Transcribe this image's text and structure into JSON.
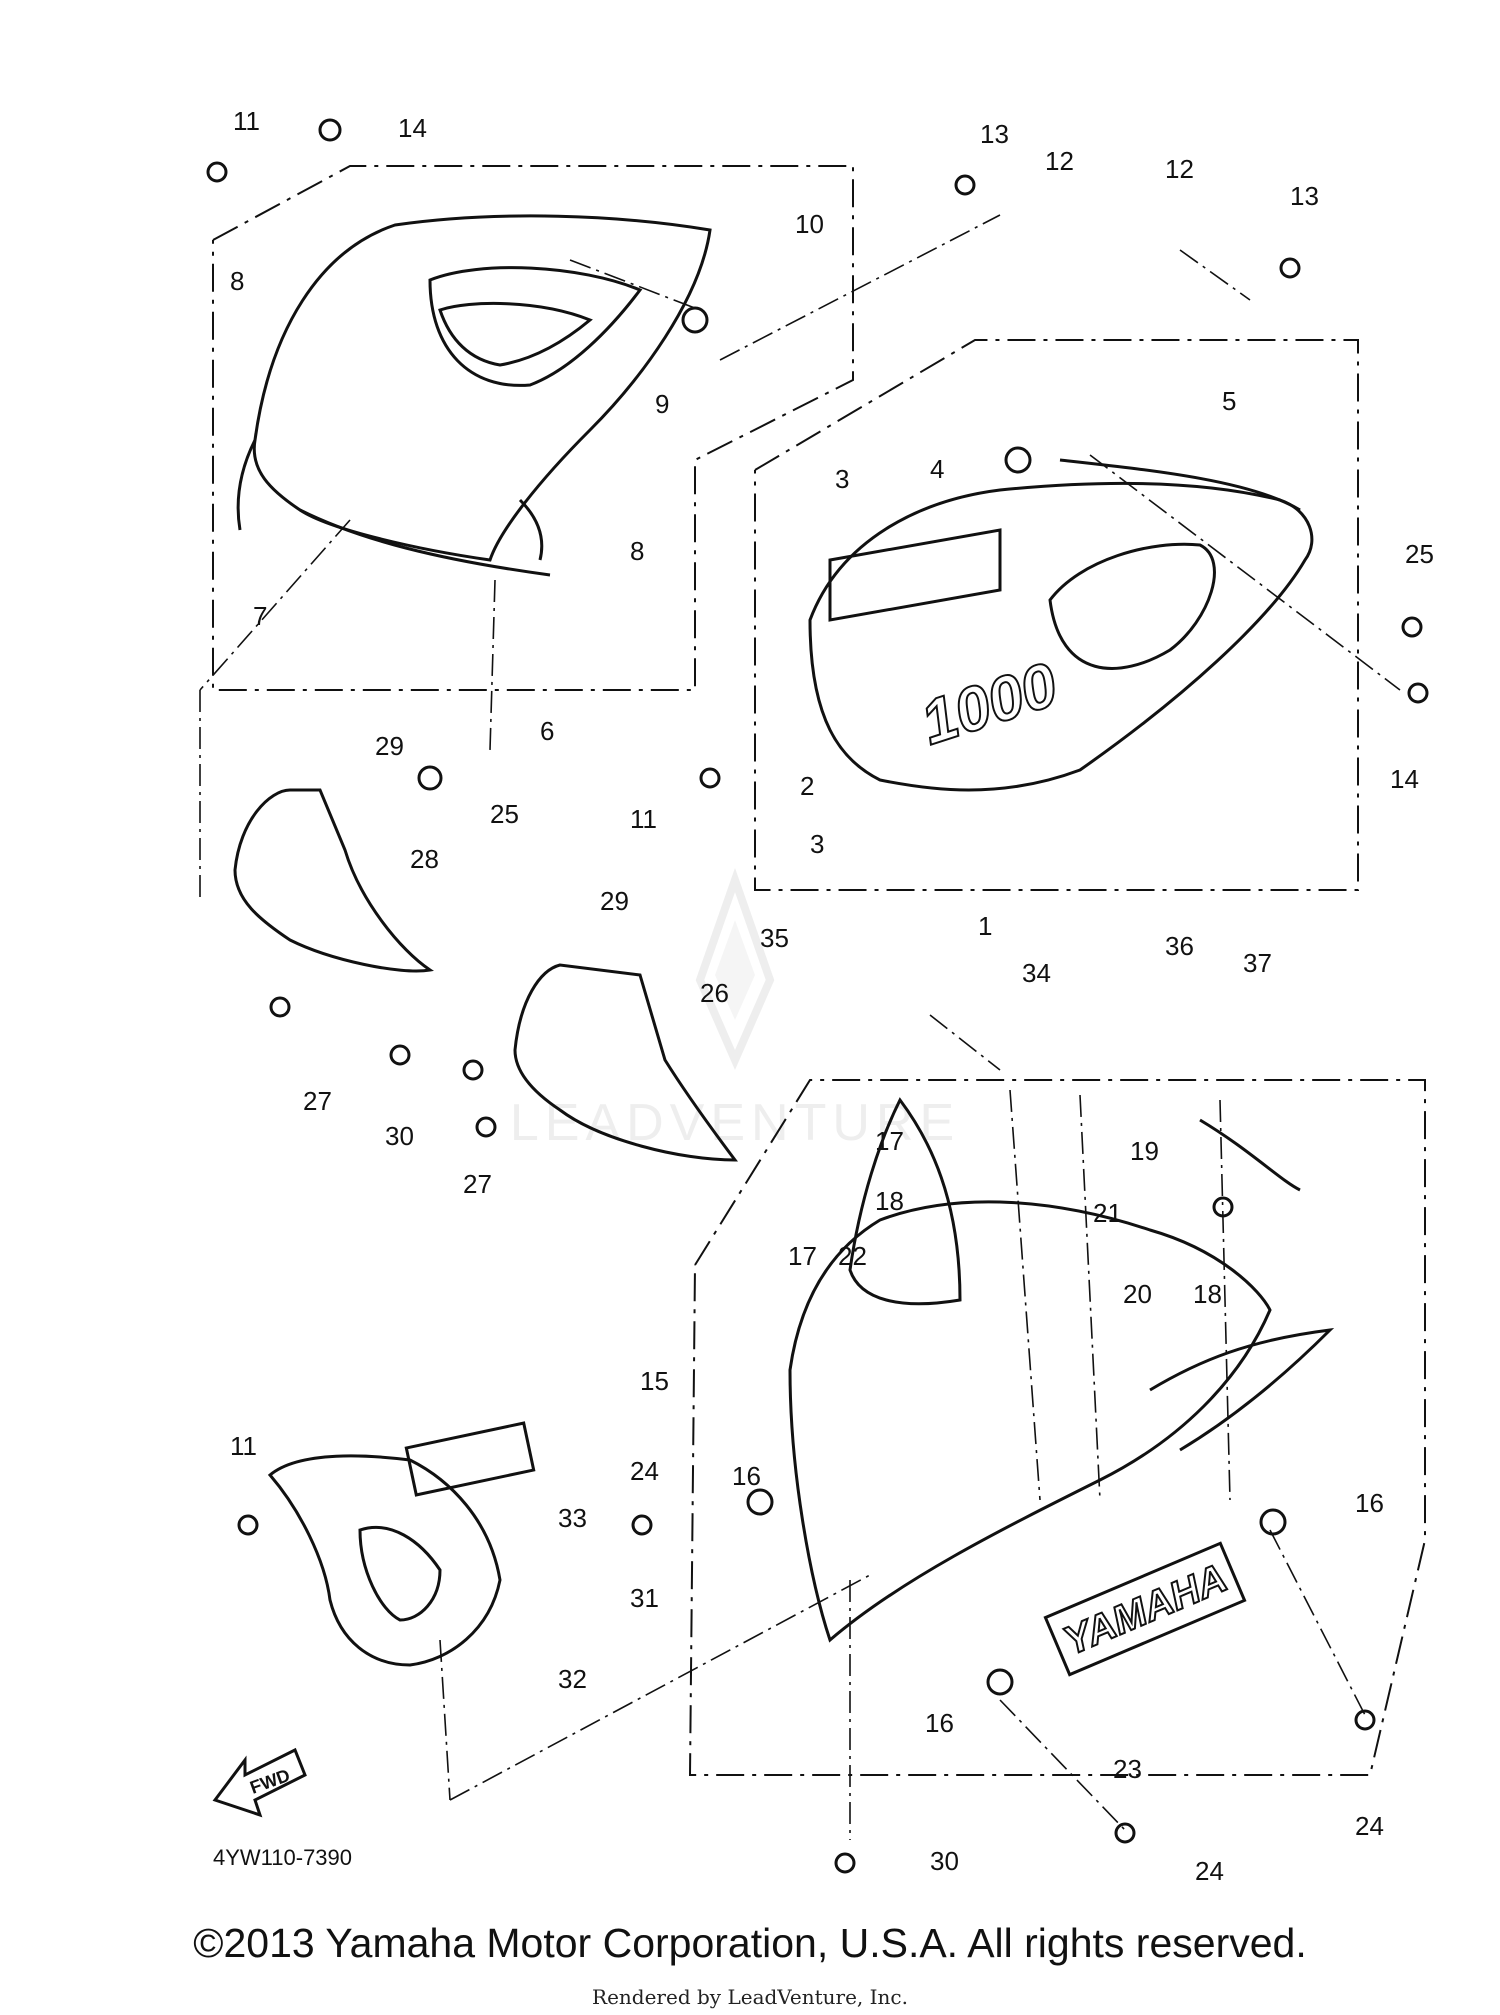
{
  "diagram": {
    "callouts": [
      "1",
      "2",
      "3",
      "3",
      "4",
      "5",
      "6",
      "7",
      "8",
      "8",
      "9",
      "10",
      "11",
      "11",
      "11",
      "12",
      "12",
      "13",
      "13",
      "14",
      "14",
      "15",
      "16",
      "16",
      "16",
      "17",
      "17",
      "18",
      "18",
      "19",
      "20",
      "21",
      "22",
      "23",
      "24",
      "24",
      "24",
      "25",
      "25",
      "26",
      "27",
      "27",
      "28",
      "29",
      "29",
      "30",
      "30",
      "31",
      "32",
      "33",
      "34",
      "35",
      "36",
      "37"
    ],
    "fwd_label": "FWD",
    "emblem_text": "YAMAHA",
    "model_badge_text": "1000",
    "diagram_code": "4YW110-7390"
  },
  "footer": {
    "copyright": "©2013 Yamaha Motor Corporation, U.S.A. All rights reserved.",
    "rendered_by": "Rendered by LeadVenture, Inc."
  },
  "watermark": {
    "text": "LEADVENTURE"
  },
  "colors": {
    "line": "#111111",
    "background": "#ffffff",
    "watermark": "#e6e6e6"
  }
}
